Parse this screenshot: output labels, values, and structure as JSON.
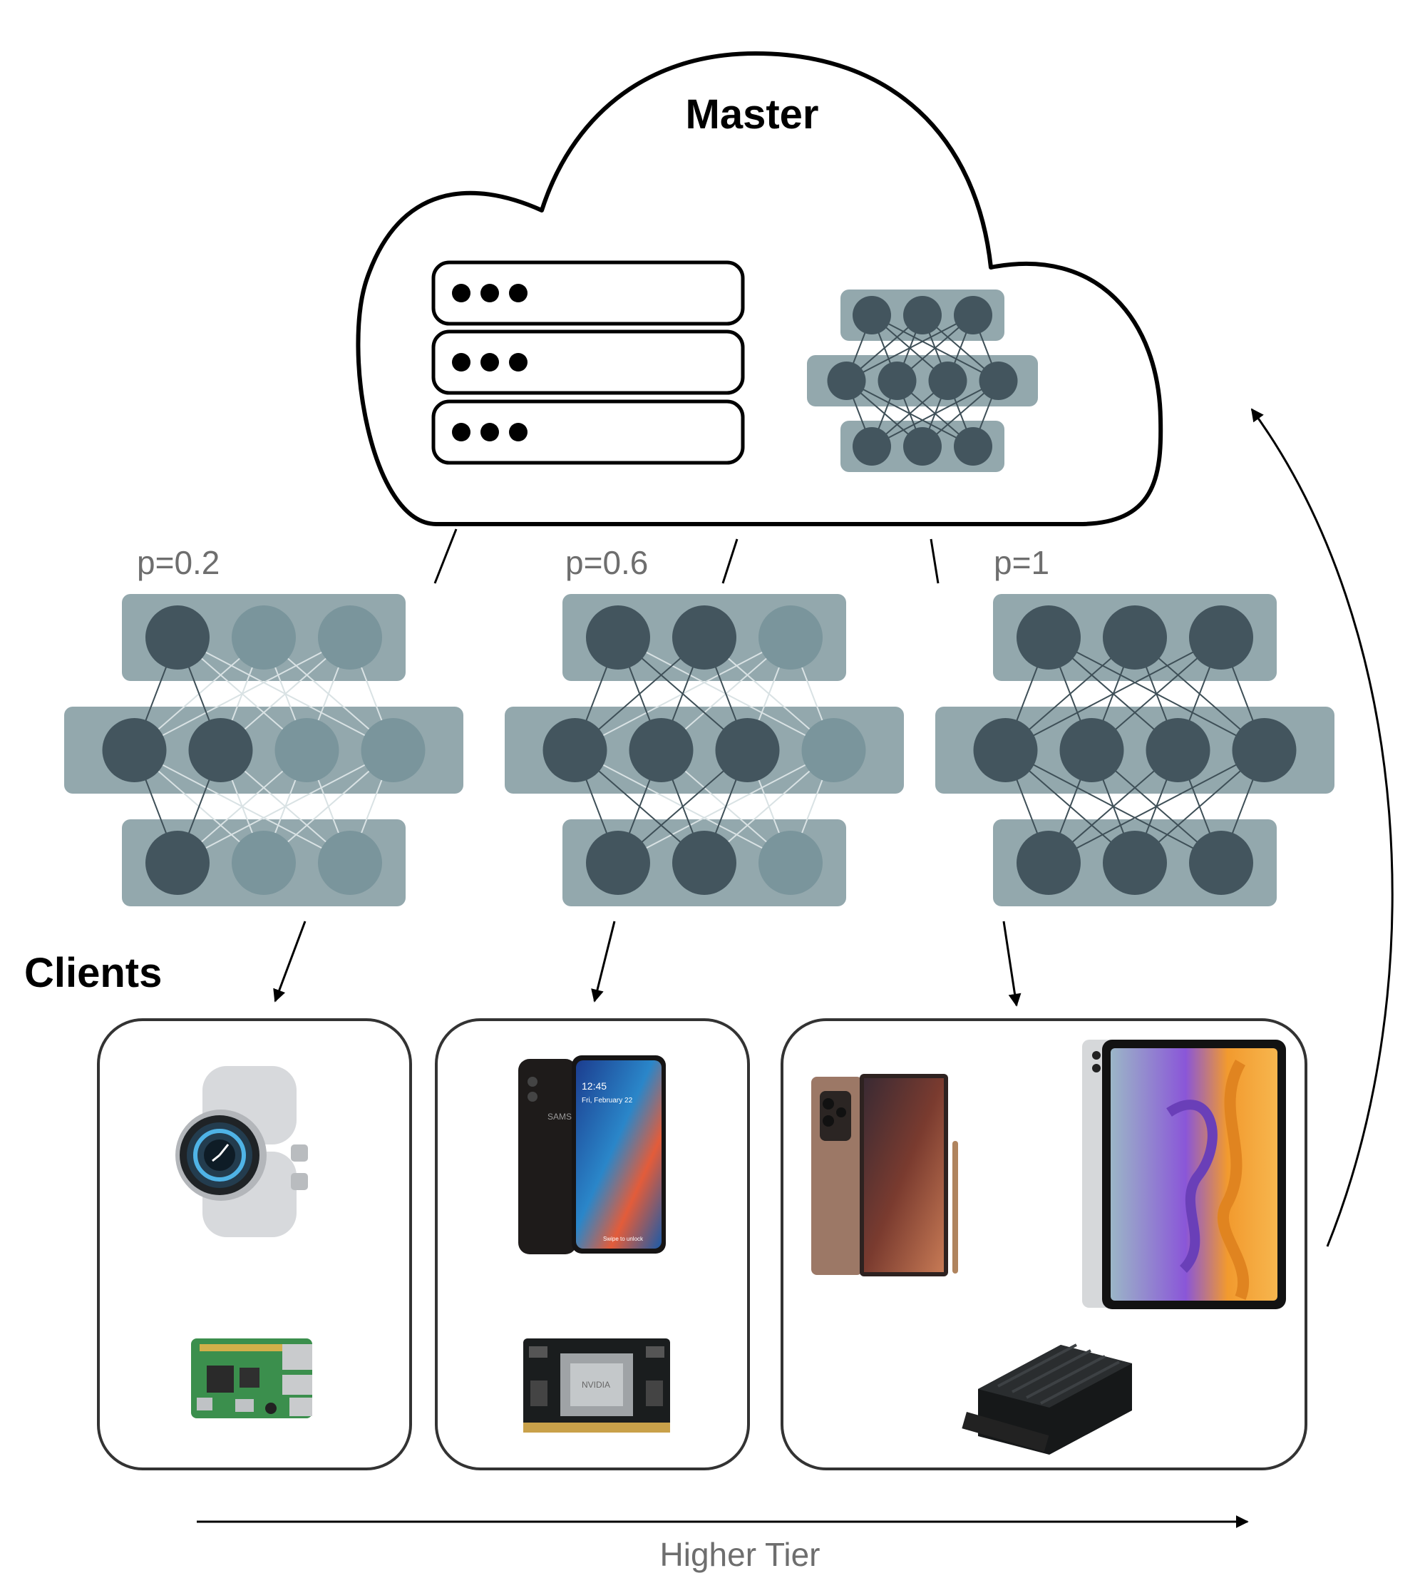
{
  "master": {
    "title": "Master",
    "server_rack": {
      "units": 3,
      "dots_per_unit": 3
    },
    "network": {
      "layers": [
        3,
        4,
        3
      ]
    }
  },
  "submodels": [
    {
      "label": "p=0.2",
      "p": 0.2,
      "active": [
        [
          true,
          false,
          false
        ],
        [
          true,
          true,
          false,
          false
        ],
        [
          true,
          false,
          false
        ]
      ]
    },
    {
      "label": "p=0.6",
      "p": 0.6,
      "active": [
        [
          true,
          true,
          false
        ],
        [
          true,
          true,
          true,
          false
        ],
        [
          true,
          true,
          false
        ]
      ]
    },
    {
      "label": "p=1",
      "p": 1,
      "active": [
        [
          true,
          true,
          true
        ],
        [
          true,
          true,
          true,
          true
        ],
        [
          true,
          true,
          true
        ]
      ]
    }
  ],
  "clients": {
    "title": "Clients",
    "groups": [
      {
        "devices": [
          "smartwatch",
          "raspberry-pi-board"
        ]
      },
      {
        "devices": [
          "android-smartphone",
          "nvidia-compute-module"
        ]
      },
      {
        "devices": [
          "flagship-smartphone-with-stylus",
          "tablet",
          "nvidia-developer-kit"
        ]
      }
    ],
    "screen_text": {
      "date": "Fri, February 22",
      "time": "12:45",
      "unlock": "Swipe to unlock"
    },
    "brand_text": {
      "phone": "SAMSUNG",
      "module": "NVIDIA"
    }
  },
  "tier_axis": {
    "label": "Higher Tier"
  },
  "colors": {
    "node_active": "#43555e",
    "node_inactive": "#7a959c",
    "layer_band": "#93a8ad",
    "edge_active": "#3e4f57",
    "edge_inactive": "#d9e2e4",
    "stroke": "#000000",
    "label_gray": "#6e6e6e"
  }
}
